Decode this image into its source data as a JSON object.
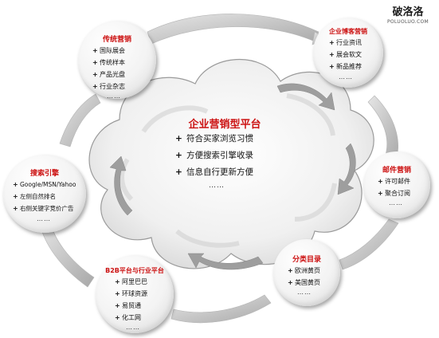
{
  "brand": {
    "name_cn": "破洛洛",
    "name_en": "POLUOLUO.COM"
  },
  "center": {
    "title": "企业营销型平台",
    "items": [
      "符合买家浏览习惯",
      "方便搜索引擎收录",
      "信息自行更新方便"
    ],
    "more": "……"
  },
  "nodes": [
    {
      "id": "traditional",
      "title": "传统营销",
      "items": [
        "国际展会",
        "传统样本",
        "产品光盘",
        "行业杂志"
      ],
      "more": "……"
    },
    {
      "id": "blog",
      "title": "企业博客营销",
      "items": [
        "行业资讯",
        "展会软文",
        "新品推荐"
      ],
      "more": "……"
    },
    {
      "id": "email",
      "title": "邮件营销",
      "items": [
        "许可邮件",
        "聚合订阅"
      ],
      "more": "……"
    },
    {
      "id": "directory",
      "title": "分类目录",
      "items": [
        "欧洲黄页",
        "美国黄页"
      ],
      "more": "……"
    },
    {
      "id": "b2b",
      "title": "B2B平台与行业平台",
      "items": [
        "阿里巴巴",
        "环球资源",
        "易贸通",
        "化工网"
      ],
      "more": "……"
    },
    {
      "id": "search",
      "title": "搜索引擎",
      "items": [
        "Google/MSN/Yahoo",
        "左侧自然排名",
        "右侧关键字竞价广告"
      ],
      "more": "……"
    }
  ],
  "bullet": "+",
  "colors": {
    "accent": "#cc1111",
    "cloud_fill": "#eeeeee",
    "cloud_stroke": "#9a9a9a",
    "arrow_fill": "#c4c4c4"
  }
}
